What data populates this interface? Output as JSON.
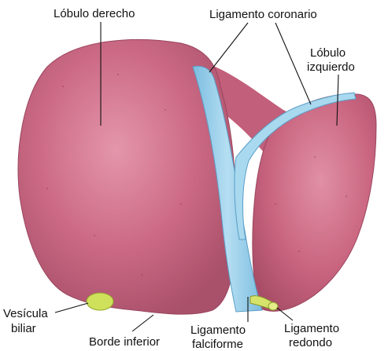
{
  "labels": {
    "lobulo_derecho": "Lóbulo derecho",
    "ligamento_coronario": "Ligamento coronario",
    "lobulo_izquierdo_line1": "Lóbulo",
    "lobulo_izquierdo_line2": "izquierdo",
    "vesicula_line1": "Vesícula",
    "vesicula_line2": "biliar",
    "borde_inferior": "Borde inferior",
    "falciforme_line1": "Ligamento",
    "falciforme_line2": "falciforme",
    "redondo_line1": "Ligamento",
    "redondo_line2": "redondo"
  },
  "colors": {
    "liver": "#c9637e",
    "liver_shadow": "#a84d67",
    "liver_highlight": "#e08fa4",
    "ligament": "#9fd3ec",
    "ligament_shadow": "#6fb3d6",
    "gallbladder": "#cfe05a",
    "background": "#ffffff"
  }
}
